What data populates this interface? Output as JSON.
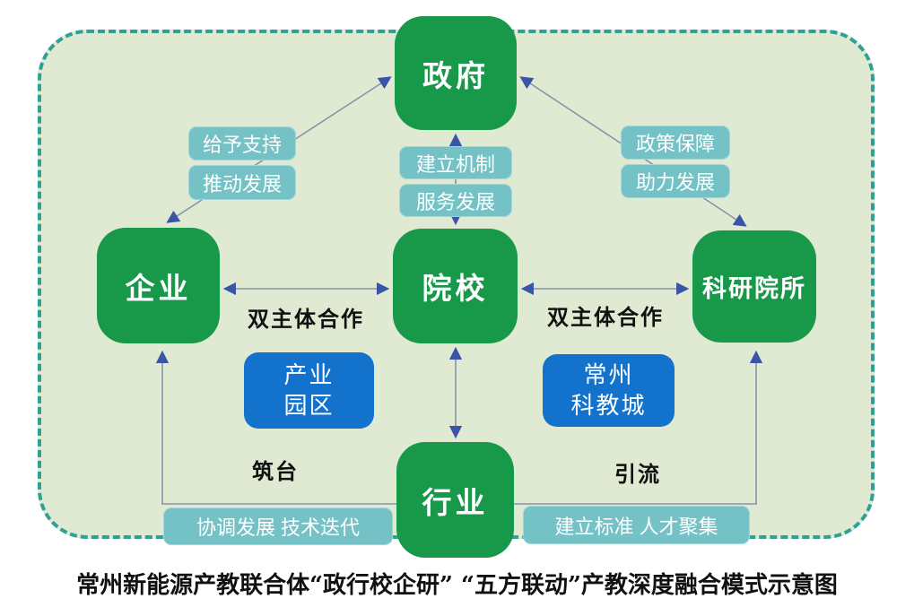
{
  "diagram": {
    "caption": "常州新能源产教联合体“政行校企研” “五方联动”产教深度融合模式示意图",
    "nodes": {
      "government": "政府",
      "enterprise": "企业",
      "college": "院校",
      "research": "科研院所",
      "industry": "行业"
    },
    "edge_labels": {
      "gov_enterprise": {
        "line1": "给予支持",
        "line2": "推动发展"
      },
      "gov_college": {
        "line1": "建立机制",
        "line2": "服务发展"
      },
      "gov_research": {
        "line1": "政策保障",
        "line2": "助力发展"
      },
      "enterprise_college": "双主体合作",
      "college_research": "双主体合作",
      "industry_enterprise": "筑台",
      "industry_research": "引流",
      "industry_enterprise_note": "协调发展 技术迭代",
      "industry_research_note": "建立标准 人才聚集"
    },
    "platforms": {
      "industrial_park": {
        "line1": "产业",
        "line2": "园区"
      },
      "science_city": {
        "line1": "常州",
        "line2": "科教城"
      }
    },
    "colors": {
      "panel_background": "#e0ead3",
      "panel_border": "#2fa096",
      "node_green": "#18994a",
      "tag_teal": "#74c2c6",
      "platform_blue": "#1373cc",
      "arrow_line": "#8793ab",
      "arrow_head": "#3a55a8",
      "text_dark": "#111111",
      "text_light": "#ffffff"
    }
  }
}
